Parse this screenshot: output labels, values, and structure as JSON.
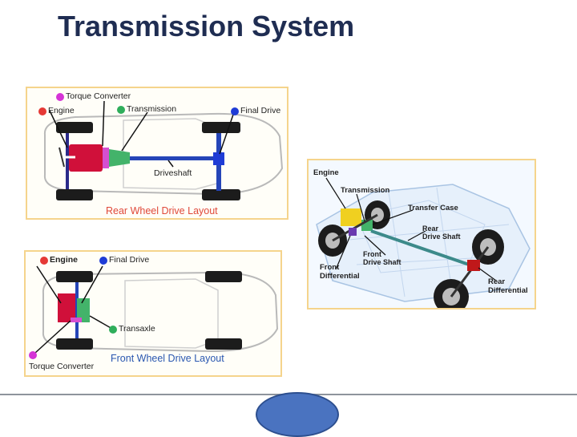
{
  "slide": {
    "title": "Transmission System"
  },
  "colors": {
    "title": "#1f2d52",
    "engine_dot": "#e53935",
    "converter_dot": "#d533d6",
    "transmission_dot": "#2fae5b",
    "final_drive_dot": "#1f3cd6",
    "caption": "#e0493a"
  },
  "rwd": {
    "labels": {
      "torque_converter": "Torque Converter",
      "engine": "Engine",
      "transmission": "Transmission",
      "final_drive": "Final Drive",
      "driveshaft": "Driveshaft"
    },
    "caption": "Rear Wheel Drive Layout"
  },
  "fwd": {
    "labels": {
      "engine": "Engine",
      "final_drive": "Final Drive",
      "transaxle": "Transaxle",
      "torque_converter": "Torque Converter"
    },
    "caption": "Front Wheel Drive Layout"
  },
  "fourwd": {
    "labels": {
      "engine": "Engine",
      "transmission": "Transmission",
      "transfer_case": "Transfer Case",
      "rear_drive_shaft": "Rear\nDrive Shaft",
      "front_drive_shaft": "Front\nDrive Shaft",
      "front_differential": "Front\nDifferential",
      "rear_differential": "Rear\nDifferential"
    }
  },
  "icons": {
    "navigation": "oval-nav-button"
  }
}
